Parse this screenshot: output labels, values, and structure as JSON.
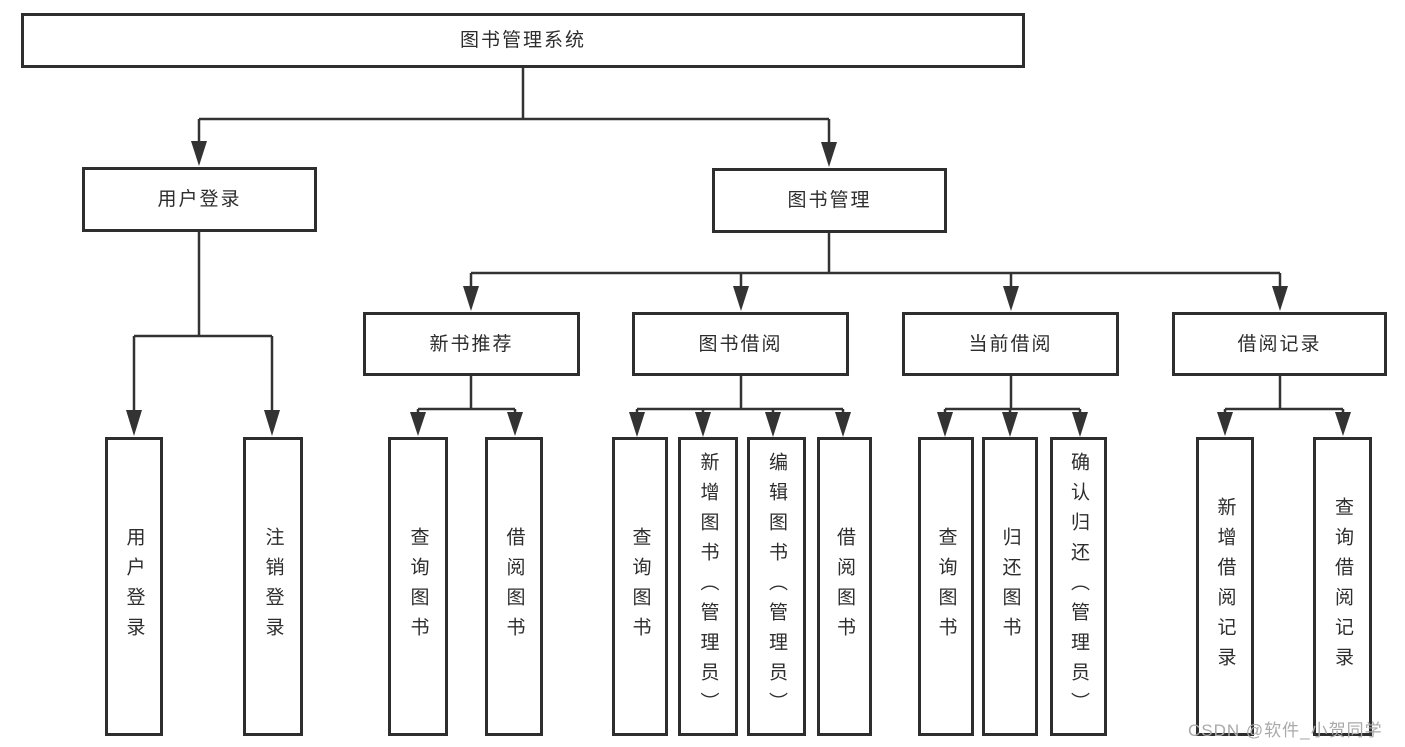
{
  "diagram": {
    "type": "hierarchy",
    "title": "图书管理系统",
    "watermark": "CSDN @软件_小贺同学",
    "colors": {
      "background": "#ffffff",
      "line": "#333333",
      "box_border": "#2e2e2e",
      "text": "#2d2d2d",
      "watermark": "#a9a9a9"
    },
    "nodes": {
      "root": {
        "label": "图书管理系统"
      },
      "user_login": {
        "label": "用户登录"
      },
      "book_mgmt": {
        "label": "图书管理"
      },
      "new_book_rec": {
        "label": "新书推荐"
      },
      "book_borrow": {
        "label": "图书借阅"
      },
      "current_borrow": {
        "label": "当前借阅"
      },
      "borrow_record": {
        "label": "借阅记录"
      },
      "leaf_user_login": {
        "label": "用户登录"
      },
      "leaf_logout": {
        "label": "注销登录"
      },
      "leaf_rec_query_book": {
        "label": "查询图书"
      },
      "leaf_rec_borrow_book": {
        "label": "借阅图书"
      },
      "leaf_bb_query_book": {
        "label": "查询图书"
      },
      "leaf_bb_add_book": {
        "label": "新增图书（管理员）"
      },
      "leaf_bb_edit_book": {
        "label": "编辑图书（管理员）"
      },
      "leaf_bb_borrow_book": {
        "label": "借阅图书"
      },
      "leaf_cb_query_book": {
        "label": "查询图书"
      },
      "leaf_cb_return_book": {
        "label": "归还图书"
      },
      "leaf_cb_confirm_return": {
        "label": "确认归还（管理员）"
      },
      "leaf_br_add_record": {
        "label": "新增借阅记录"
      },
      "leaf_br_query_record": {
        "label": "查询借阅记录"
      }
    },
    "hierarchy": {
      "图书管理系统": {
        "用户登录": [
          "用户登录",
          "注销登录"
        ],
        "图书管理": {
          "新书推荐": [
            "查询图书",
            "借阅图书"
          ],
          "图书借阅": [
            "查询图书",
            "新增图书（管理员）",
            "编辑图书（管理员）",
            "借阅图书"
          ],
          "当前借阅": [
            "查询图书",
            "归还图书",
            "确认归还（管理员）"
          ],
          "借阅记录": [
            "新增借阅记录",
            "查询借阅记录"
          ]
        }
      }
    }
  }
}
